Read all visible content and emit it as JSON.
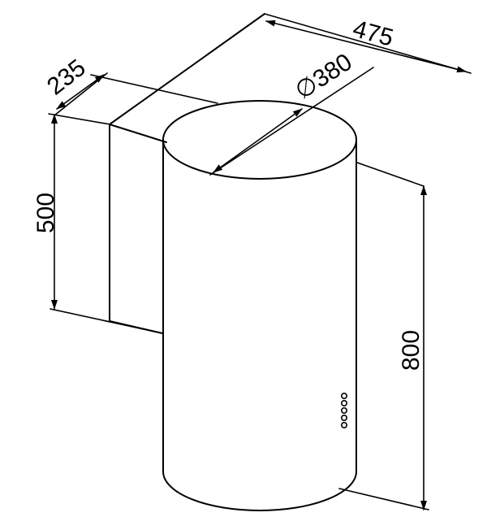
{
  "dimensions": {
    "width_475": "475",
    "depth_235": "235",
    "diameter_380": "∅380",
    "height_500": "500",
    "height_800": "800"
  },
  "control_buttons": {
    "count": 5,
    "icon": "button-dot-icon"
  }
}
